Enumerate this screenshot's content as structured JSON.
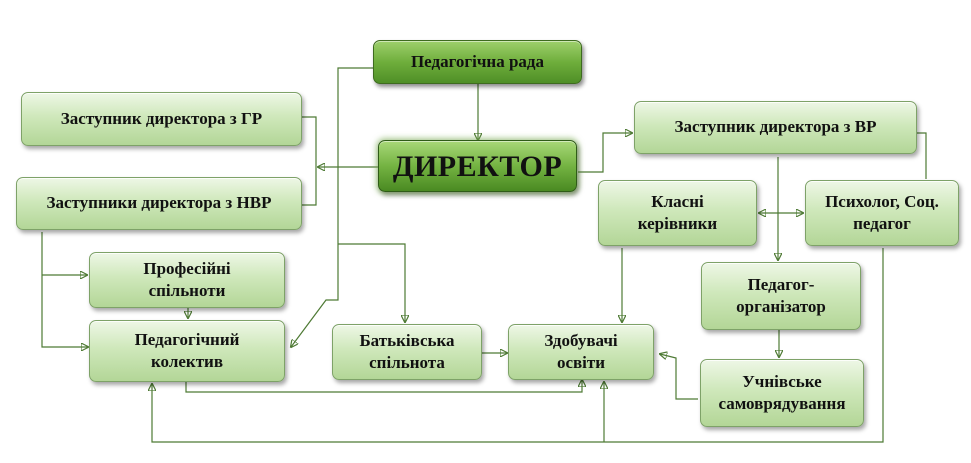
{
  "nodes": {
    "ped_rada": "Педагогічна рада",
    "director": "ДИРЕКТОР",
    "zast_gr": "Заступник директора з ГР",
    "zast_nvr": "Заступники директора з НВР",
    "zast_vr": "Заступник директора з ВР",
    "klasni": "Класні керівники",
    "psycholog": "Психолог, Соц. педагог",
    "prof": "Професійні спільноти",
    "ped_kolektyv": "Педагогічний колектив",
    "batkivska": "Батьківська спільнота",
    "zdobuvachi": "Здобувачі освіти",
    "ped_org": "Педагог-організатор",
    "uchnivske": "Учнівське самоврядування"
  },
  "colors": {
    "box_light": "#cfe8bb",
    "box_dark": "#6fae3c",
    "line": "#4e7a34"
  }
}
